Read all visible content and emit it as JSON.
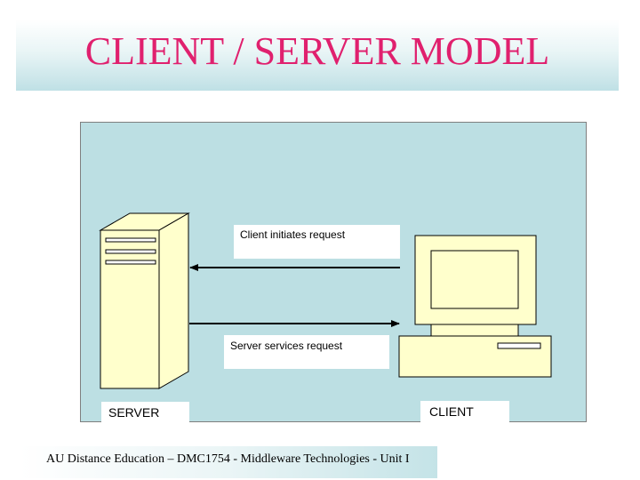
{
  "title": "CLIENT / SERVER MODEL",
  "diagram": {
    "request_label": "Client initiates request",
    "service_label": "Server services request",
    "server_label": "SERVER",
    "client_label": "CLIENT",
    "server_icon": "server-tower-icon",
    "client_icon": "desktop-computer-icon"
  },
  "footer": "AU Distance Education – DMC1754 - Middleware Technologies  - Unit I",
  "colors": {
    "title": "#e0206e",
    "panel": "#bcdfe3",
    "device_fill": "#ffffcc"
  }
}
